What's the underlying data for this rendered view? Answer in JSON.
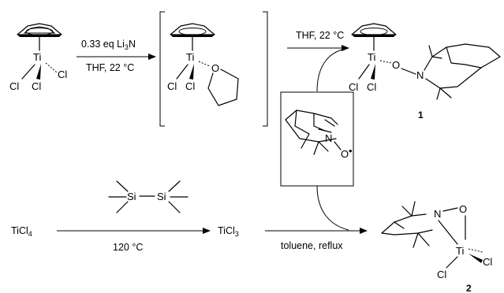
{
  "reaction_top": {
    "step1_reagent": "0.33 eq Li",
    "step1_reagent_sub": "3",
    "step1_reagent_tail": "N",
    "step1_conditions": "THF, 22 °C",
    "step2_conditions": "THF, 22 °C",
    "product_label": "1"
  },
  "reaction_bottom": {
    "start_material": "TiCl",
    "start_material_sub": "4",
    "reduction_conditions": "120 °C",
    "intermediate": "TiCl",
    "intermediate_sub": "3",
    "step_conditions": "toluene, reflux",
    "product_label": "2"
  },
  "atoms": {
    "ti": "Ti",
    "cl": "Cl",
    "o": "O",
    "n": "N",
    "si": "Si",
    "radical": "•"
  }
}
